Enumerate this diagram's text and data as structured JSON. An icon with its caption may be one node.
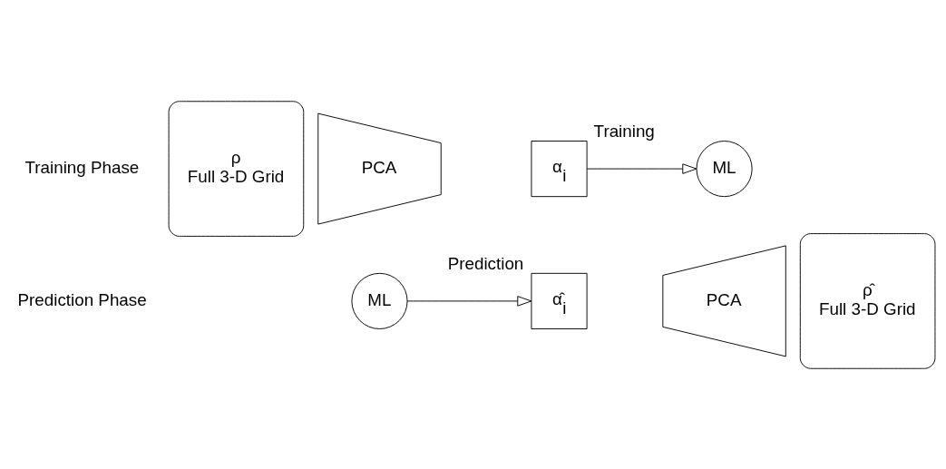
{
  "diagram": {
    "nodes": [
      {
        "text": [
          "ρ",
          "Full 3-D Grid"
        ]
      },
      {
        "text": [
          "PCA"
        ]
      },
      {
        "text": [
          "α$_{i}$"
        ]
      },
      {
        "text": [
          "ML"
        ]
      },
      {
        "text": [
          "ML"
        ]
      },
      {
        "text": [
          "α̂$_{i}$"
        ]
      },
      {
        "text": [
          "PCA"
        ]
      },
      {
        "text": [
          "ρ̂",
          "Full 3-D Grid"
        ]
      }
    ],
    "edges": [
      {
        "from": 2,
        "to": 3,
        "arrow": "to",
        "label": "Training"
      },
      {
        "from": 4,
        "to": 5,
        "arrow": "to",
        "label": "Prediction"
      }
    ],
    "labels": [
      "Training Phase",
      "Prediction Phase"
    ]
  }
}
